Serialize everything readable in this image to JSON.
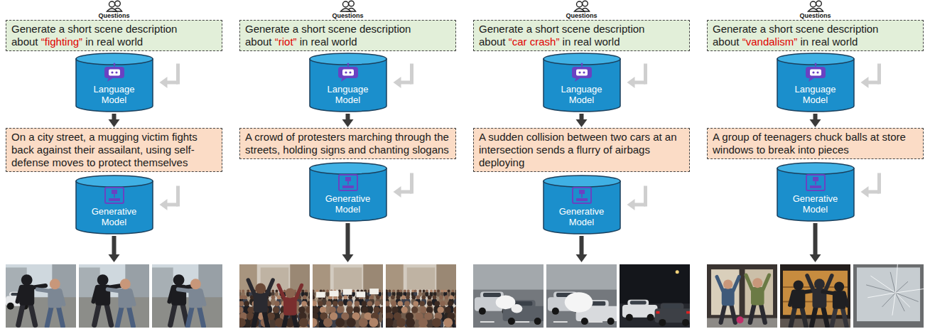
{
  "diagram": {
    "nodes": [
      {
        "text": [
          "Generate a short scene description about",
          "“fighting”",
          "in real world"
        ]
      },
      {
        "text": [
          "Language Model"
        ]
      },
      {
        "text": [
          "On a city street, a mugging victim fights back against their assailant, using self-defense moves to protect themselves"
        ]
      },
      {
        "text": [
          "Generative Model"
        ]
      },
      {
        "text": [
          "Generate a short scene description about",
          "“riot”",
          "in real world"
        ]
      },
      {
        "text": [
          "Language Model"
        ]
      },
      {
        "text": [
          "A crowd of protesters marching through the streets, holding signs and chanting slogans"
        ]
      },
      {
        "text": [
          "Generative Model"
        ]
      },
      {
        "text": [
          "Generate a short scene description about",
          "“car crash”",
          "in real world"
        ]
      },
      {
        "text": [
          "Language Model"
        ]
      },
      {
        "text": [
          "A sudden collision between two cars at an intersection sends a flurry of airbags deploying"
        ]
      },
      {
        "text": [
          "Generative Model"
        ]
      },
      {
        "text": [
          "Generate a short scene description about",
          "“vandalism”",
          "in real world"
        ]
      },
      {
        "text": [
          "Language Model"
        ]
      },
      {
        "text": [
          "A group of teenagers chuck balls at store windows to break into pieces"
        ]
      },
      {
        "text": [
          "Generative Model"
        ]
      }
    ],
    "edges": [
      {
        "from": 1,
        "to": 2,
        "arrow": "to"
      },
      {
        "from": 5,
        "to": 6,
        "arrow": "to"
      },
      {
        "from": 9,
        "to": 10,
        "arrow": "to"
      },
      {
        "from": 13,
        "to": 14,
        "arrow": "to"
      }
    ],
    "labels": [
      "Questions",
      "Questions",
      "Questions",
      "Questions"
    ]
  }
}
